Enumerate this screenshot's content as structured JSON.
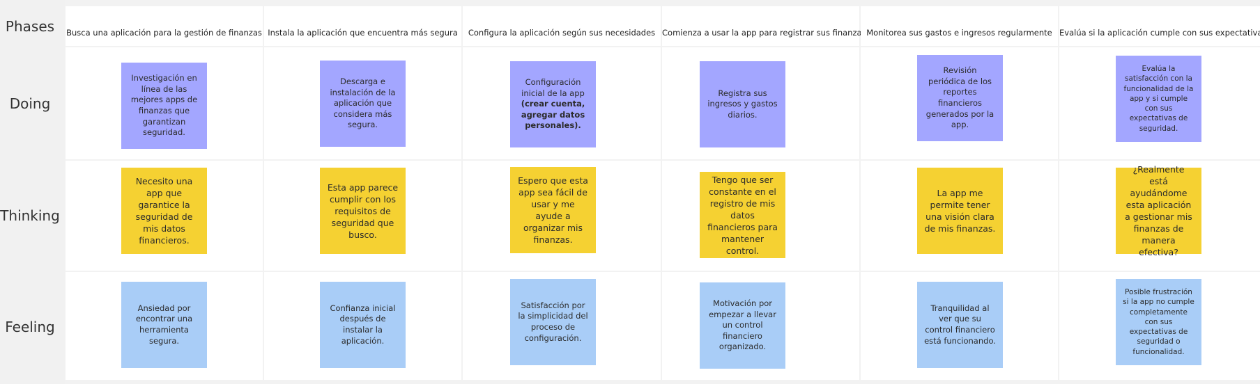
{
  "row_labels": {
    "phases": "Phases",
    "doing": "Doing",
    "thinking": "Thinking",
    "feeling": "Feeling"
  },
  "phases": [
    "Busca una aplicación para la gestión de finanzas",
    "Instala la aplicación que encuentra más segura",
    "Configura la aplicación según sus necesidades",
    "Comienza a usar la app para registrar sus finanzas",
    "Monitorea sus gastos e ingresos regularmente",
    "Evalúa si la aplicación cumple con sus expectativas"
  ],
  "doing": [
    "Investigación en línea de las mejores apps de finanzas que garantizan seguridad.",
    "Descarga e instalación de la aplicación que considera más segura.",
    "Configuración inicial de la app",
    "Registra sus ingresos y gastos diarios.",
    "Revisión periódica de los reportes financieros generados por la app.",
    "Evalúa la satisfacción con la funcionalidad de la app y si cumple con sus expectativas de seguridad."
  ],
  "doing_bold_3": "(crear cuenta, agregar datos personales).",
  "thinking": [
    "Necesito una app que garantice la seguridad de mis datos financieros.",
    "Esta app parece cumplir con los requisitos de seguridad que busco.",
    "Espero que esta app sea fácil de usar y me ayude a organizar mis finanzas.",
    "Tengo que ser constante en el registro de mis datos financieros para mantener control.",
    "La app me permite tener una visión clara de mis finanzas.",
    "¿Realmente está ayudándome esta aplicación a gestionar mis finanzas de manera efectiva?"
  ],
  "feeling": [
    "Ansiedad por encontrar una herramienta segura.",
    "Confianza inicial después de instalar la aplicación.",
    "Satisfacción por la simplicidad del proceso de configuración.",
    "Motivación por empezar a llevar un control financiero organizado.",
    "Tranquilidad al ver que su control financiero está funcionando.",
    "Posible frustración si la app no cumple completamente con sus expectativas de seguridad o funcionalidad."
  ],
  "colors": {
    "doing": "#a3a6ff",
    "thinking": "#f5d132",
    "feeling": "#a9cdf7",
    "cell": "#ffffff",
    "background": "#f2f2f2"
  }
}
